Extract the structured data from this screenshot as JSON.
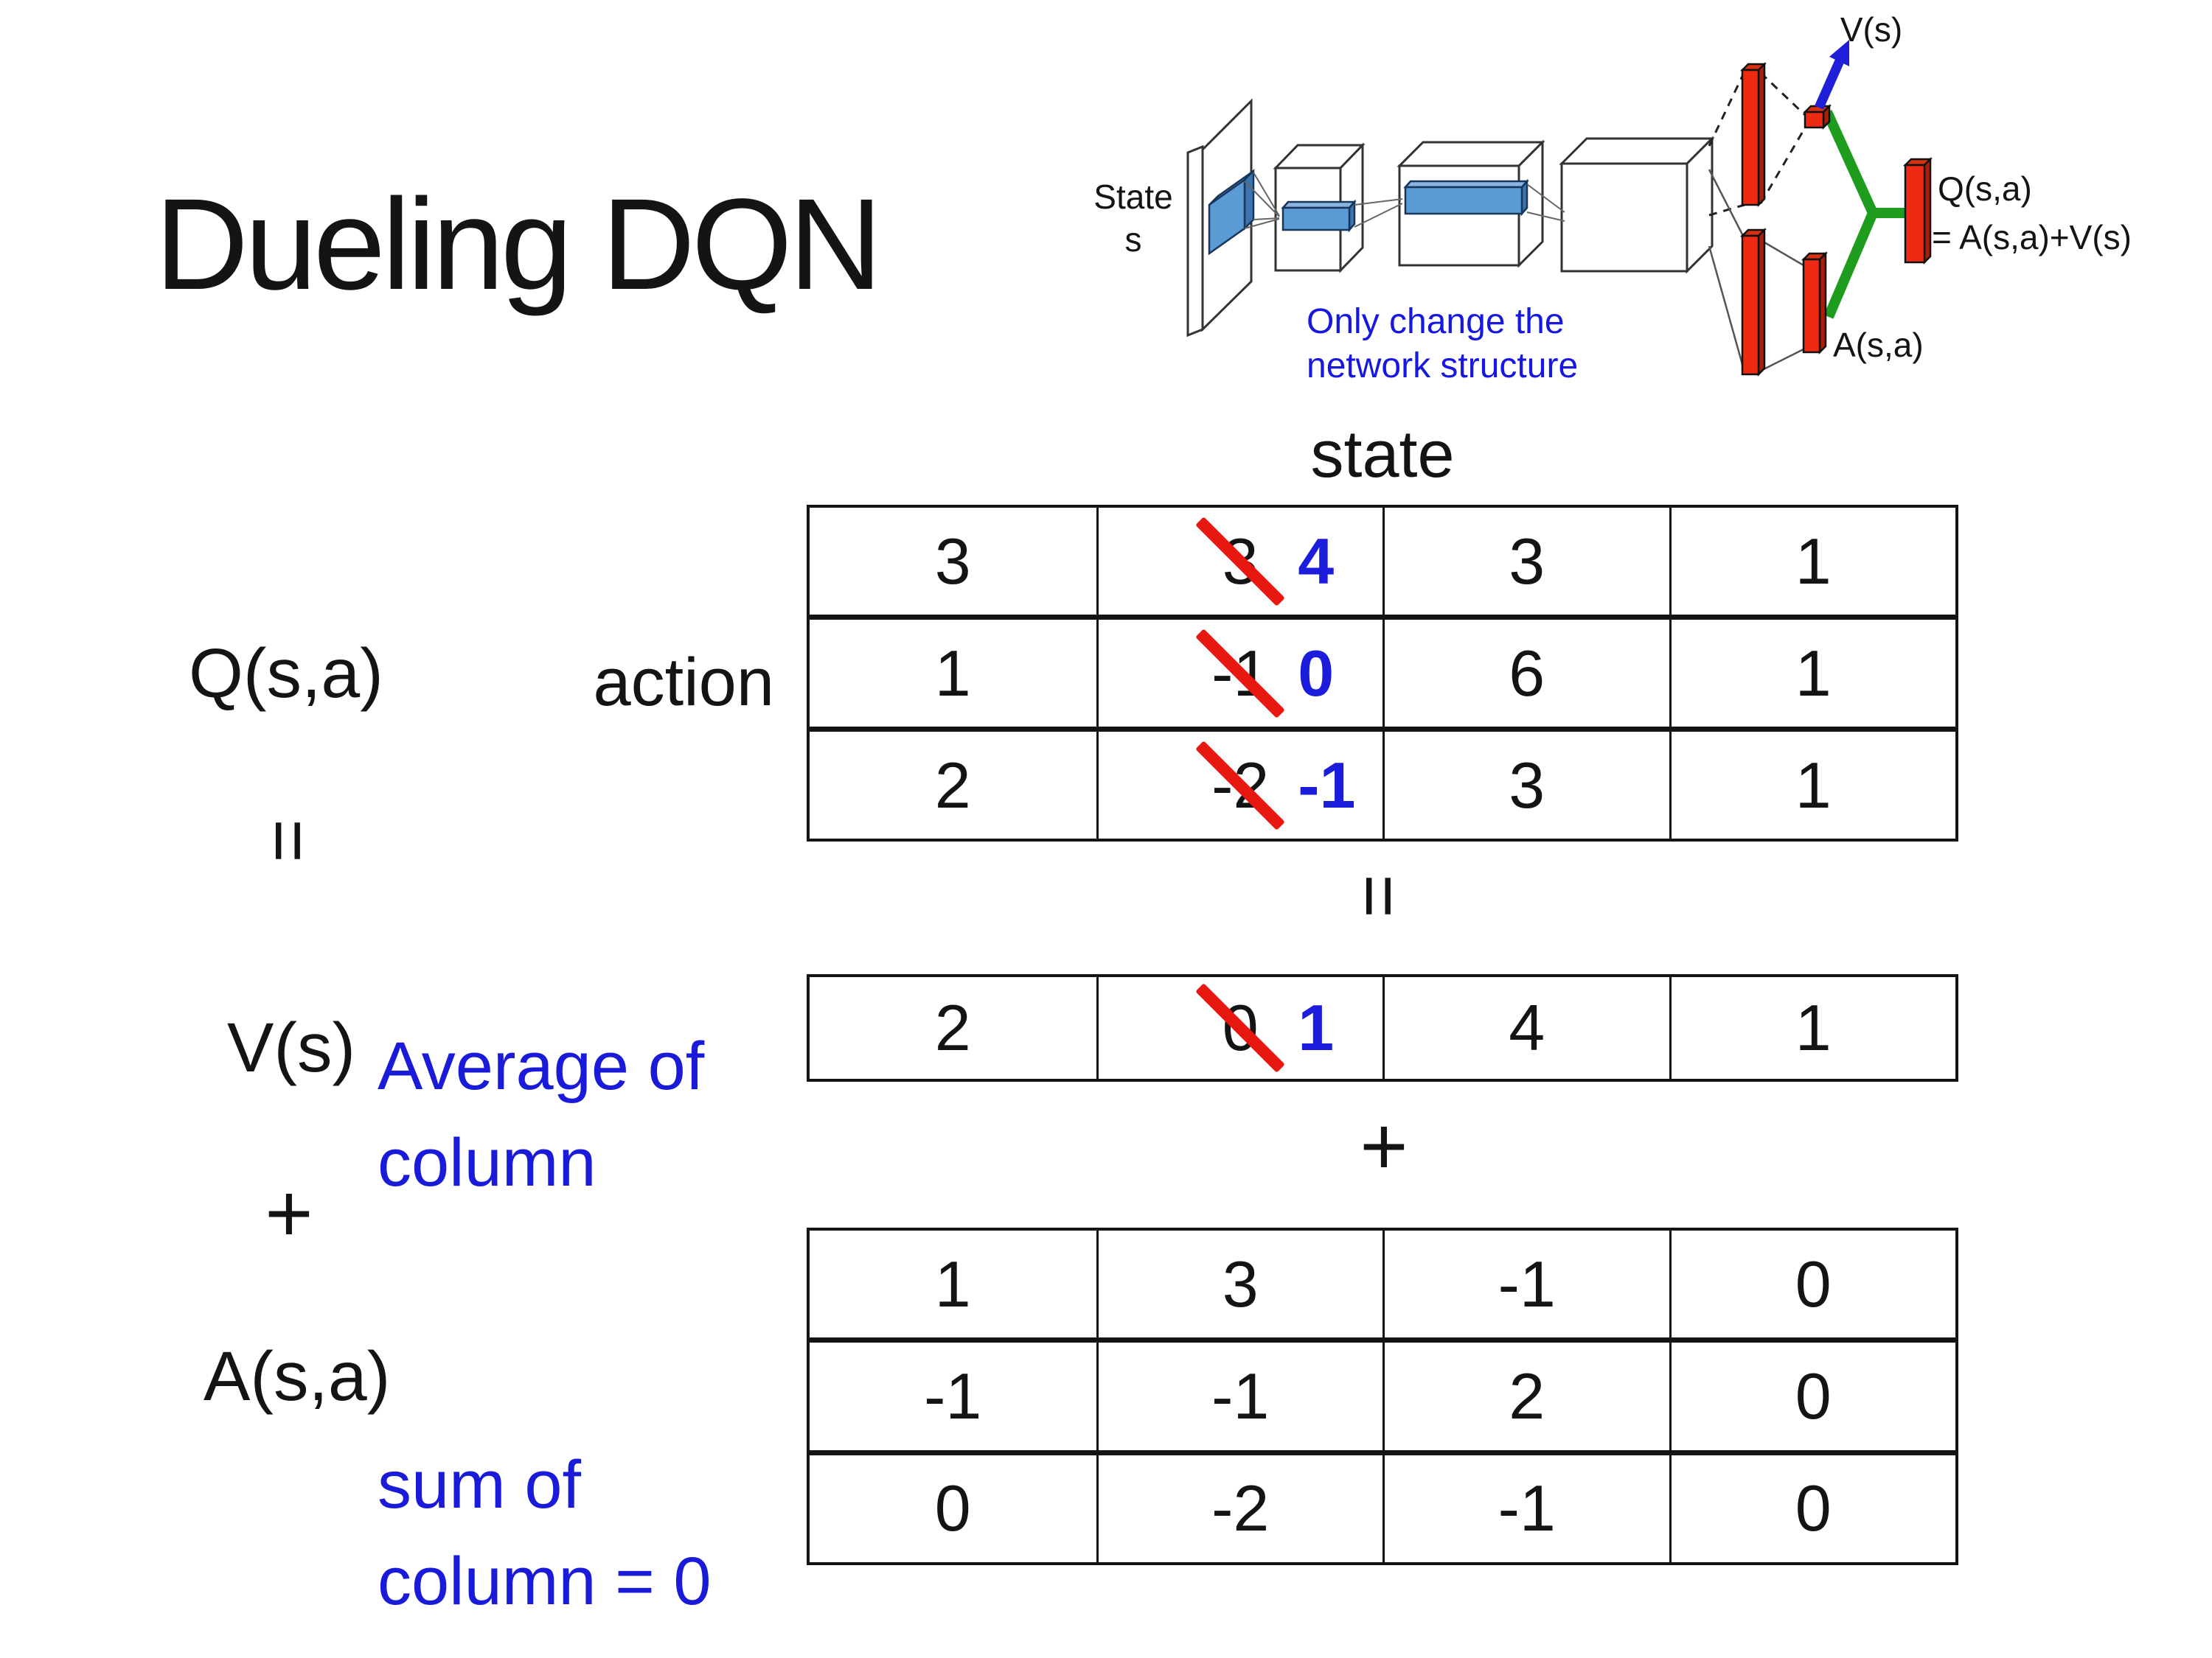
{
  "slide_title": "Dueling DQN",
  "network_diagram": {
    "input_label_line1": "State",
    "input_label_line2": "s",
    "annotation_line1": "Only change the",
    "annotation_line2": "network structure",
    "value_output_label": "V(s)",
    "advantage_output_label": "A(s,a)",
    "q_output_label_line1": "Q(s,a)",
    "q_output_label_line2": "= A(s,a)+V(s)"
  },
  "decomposition": {
    "q_matrix_label": "Q(s,a)",
    "equals_symbol": "=",
    "plus_symbol": "+",
    "v_row_label": "V(s)",
    "a_matrix_label": "A(s,a)",
    "state_axis_label": "state",
    "action_axis_label": "action",
    "average_note_line1": "Average of",
    "average_note_line2": "column",
    "sum_note_line1": "sum of",
    "sum_note_line2": "column = 0",
    "q_table": {
      "rows": [
        [
          {
            "v": "3"
          },
          {
            "v": "3",
            "corrected": "4"
          },
          {
            "v": "3"
          },
          {
            "v": "1"
          }
        ],
        [
          {
            "v": "1"
          },
          {
            "v": "-1",
            "corrected": "0"
          },
          {
            "v": "6"
          },
          {
            "v": "1"
          }
        ],
        [
          {
            "v": "2"
          },
          {
            "v": "-2",
            "corrected": "-1"
          },
          {
            "v": "3"
          },
          {
            "v": "1"
          }
        ]
      ]
    },
    "v_table": {
      "rows": [
        [
          {
            "v": "2"
          },
          {
            "v": "0",
            "corrected": "1"
          },
          {
            "v": "4"
          },
          {
            "v": "1"
          }
        ]
      ]
    },
    "a_table": {
      "rows": [
        [
          {
            "v": "1"
          },
          {
            "v": "3"
          },
          {
            "v": "-1"
          },
          {
            "v": "0"
          }
        ],
        [
          {
            "v": "-1"
          },
          {
            "v": "-1"
          },
          {
            "v": "2"
          },
          {
            "v": "0"
          }
        ],
        [
          {
            "v": "0"
          },
          {
            "v": "-2"
          },
          {
            "v": "-1"
          },
          {
            "v": "0"
          }
        ]
      ]
    }
  },
  "colors": {
    "annotation_blue": "#1a1ad9",
    "corrected_blue": "#1c1cdd",
    "strike_red": "#e8170f",
    "bar_red": "#ee2a12",
    "merge_green": "#1e9c1e",
    "arrow_blue": "#1f1fd9",
    "filter_blue": "#5b9bd5"
  }
}
